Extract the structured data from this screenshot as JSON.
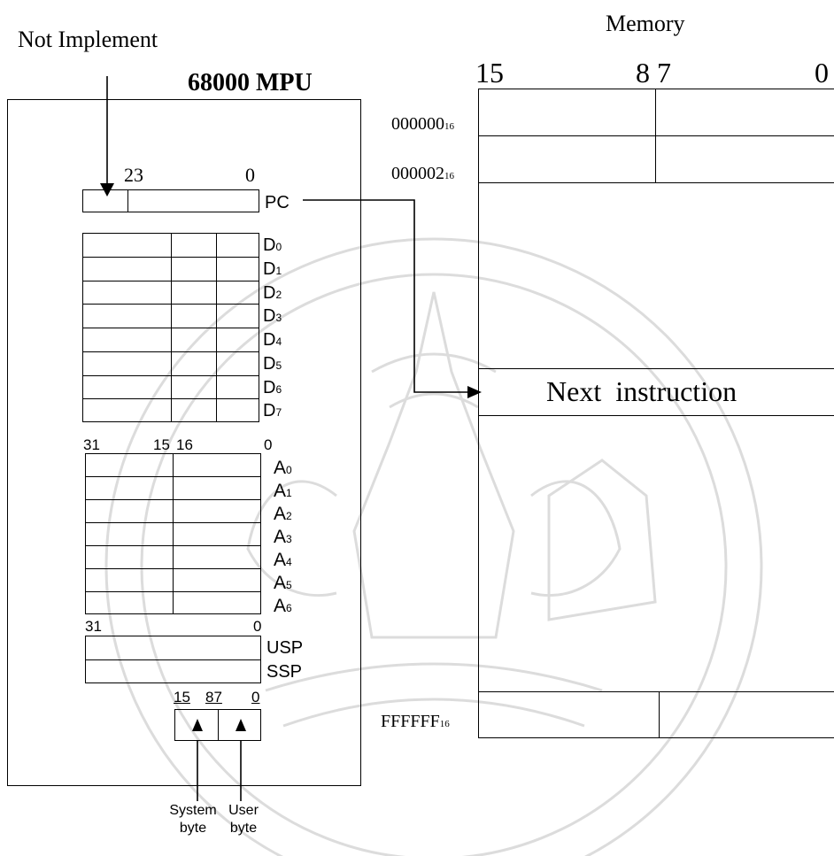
{
  "watermark": {
    "description": "circular university seal watermark",
    "color": "#d9d9d9"
  },
  "left_panel": {
    "not_implement_label": "Not Implement",
    "mpu_title": "68000 MPU",
    "pc": {
      "bit_high": "23",
      "bit_low": "0",
      "label": "PC"
    },
    "data_registers": [
      {
        "base": "D",
        "sub": "0"
      },
      {
        "base": "D",
        "sub": "1"
      },
      {
        "base": "D",
        "sub": "2"
      },
      {
        "base": "D",
        "sub": "3"
      },
      {
        "base": "D",
        "sub": "4"
      },
      {
        "base": "D",
        "sub": "5"
      },
      {
        "base": "D",
        "sub": "6"
      },
      {
        "base": "D",
        "sub": "7"
      }
    ],
    "address_bits": {
      "b31": "31",
      "b15": "15",
      "b16": "16",
      "b0": "0"
    },
    "address_registers": [
      {
        "base": "A",
        "sub": "0"
      },
      {
        "base": "A",
        "sub": "1"
      },
      {
        "base": "A",
        "sub": "2"
      },
      {
        "base": "A",
        "sub": "3"
      },
      {
        "base": "A",
        "sub": "4"
      },
      {
        "base": "A",
        "sub": "5"
      },
      {
        "base": "A",
        "sub": "6"
      }
    ],
    "stack_bits": {
      "b31": "31",
      "b0": "0"
    },
    "stack_registers": [
      "USP",
      "SSP"
    ],
    "sr_bits": {
      "b15": "15",
      "b87": "87",
      "b0": "0"
    },
    "system_byte": [
      "System",
      "byte"
    ],
    "user_byte": [
      "User",
      "byte"
    ]
  },
  "memory": {
    "title": "Memory",
    "bit_15": "15",
    "bit_87": "8 7",
    "bit_0": "0",
    "addresses": [
      {
        "base": "000000",
        "sub": "16"
      },
      {
        "base": "000002",
        "sub": "16"
      },
      {
        "base": "FFFFFF",
        "sub": "16"
      }
    ],
    "next_instruction": "Next  instruction"
  }
}
